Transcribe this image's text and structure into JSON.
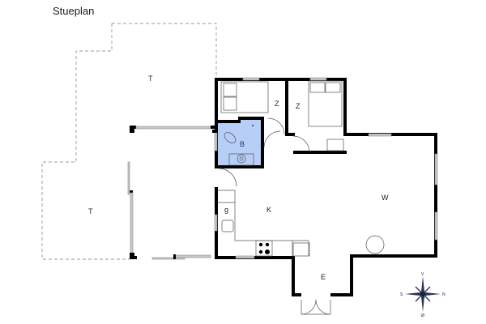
{
  "plan": {
    "title": "Stueplan",
    "rooms": {
      "terrace_top": "T",
      "terrace_left": "T",
      "bedroom_1": "Z",
      "bedroom_2": "Z",
      "bathroom": "B",
      "kitchen": "K",
      "utility": "g",
      "living": "W",
      "entrance": "E"
    },
    "colors": {
      "wall": "#000000",
      "bathroom_fill": "#b7cff7",
      "window": "#c8c8c8",
      "terrace_outline": "#9a9a9a"
    },
    "compass": {
      "north": "N",
      "south": "S",
      "east": "Ø",
      "west": "V"
    }
  }
}
